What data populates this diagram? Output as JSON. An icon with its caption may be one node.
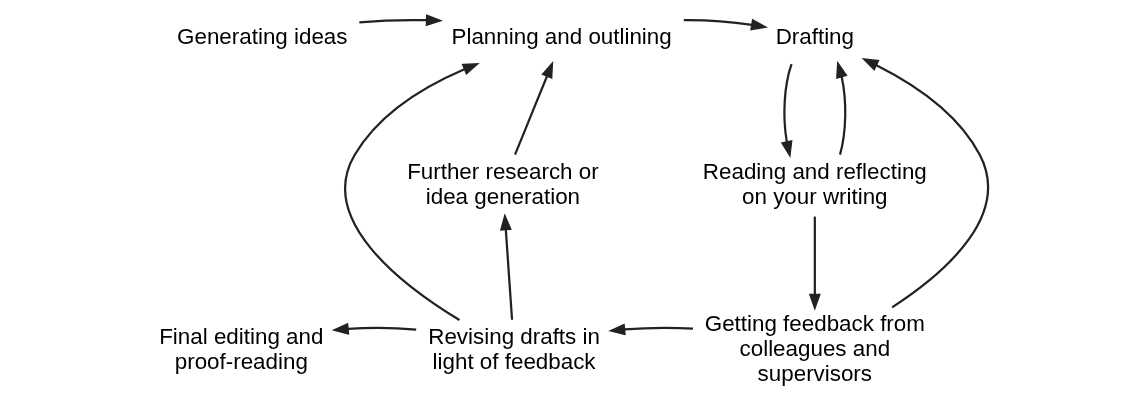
{
  "diagram": {
    "nodes": [
      {
        "text": [
          "Generating ideas"
        ]
      },
      {
        "text": [
          "Planning and outlining"
        ]
      },
      {
        "text": [
          "Drafting"
        ]
      },
      {
        "text": [
          "Reading and reflecting on your writing"
        ]
      },
      {
        "text": [
          "Getting feedback from colleagues and supervisors"
        ]
      },
      {
        "text": [
          "Revising drafts in light of feedback"
        ]
      },
      {
        "text": [
          "Further research or idea generation"
        ]
      },
      {
        "text": [
          "Final editing and proof-reading"
        ]
      }
    ],
    "edges": [
      {
        "from": 0,
        "to": 1,
        "arrow": "to"
      },
      {
        "from": 1,
        "to": 2,
        "arrow": "to"
      },
      {
        "from": 2,
        "to": 3,
        "arrow": "to"
      },
      {
        "from": 3,
        "to": 4,
        "arrow": "to"
      },
      {
        "from": 4,
        "to": 5,
        "arrow": "to"
      },
      {
        "from": 5,
        "to": 6,
        "arrow": "to"
      },
      {
        "from": 6,
        "to": 1,
        "arrow": "to"
      },
      {
        "from": 5,
        "to": 7,
        "arrow": "to"
      },
      {
        "from": 3,
        "to": 2,
        "arrow": "to"
      },
      {
        "from": 4,
        "to": 2,
        "arrow": "to"
      },
      {
        "from": 5,
        "to": 1,
        "arrow": "to"
      }
    ]
  }
}
